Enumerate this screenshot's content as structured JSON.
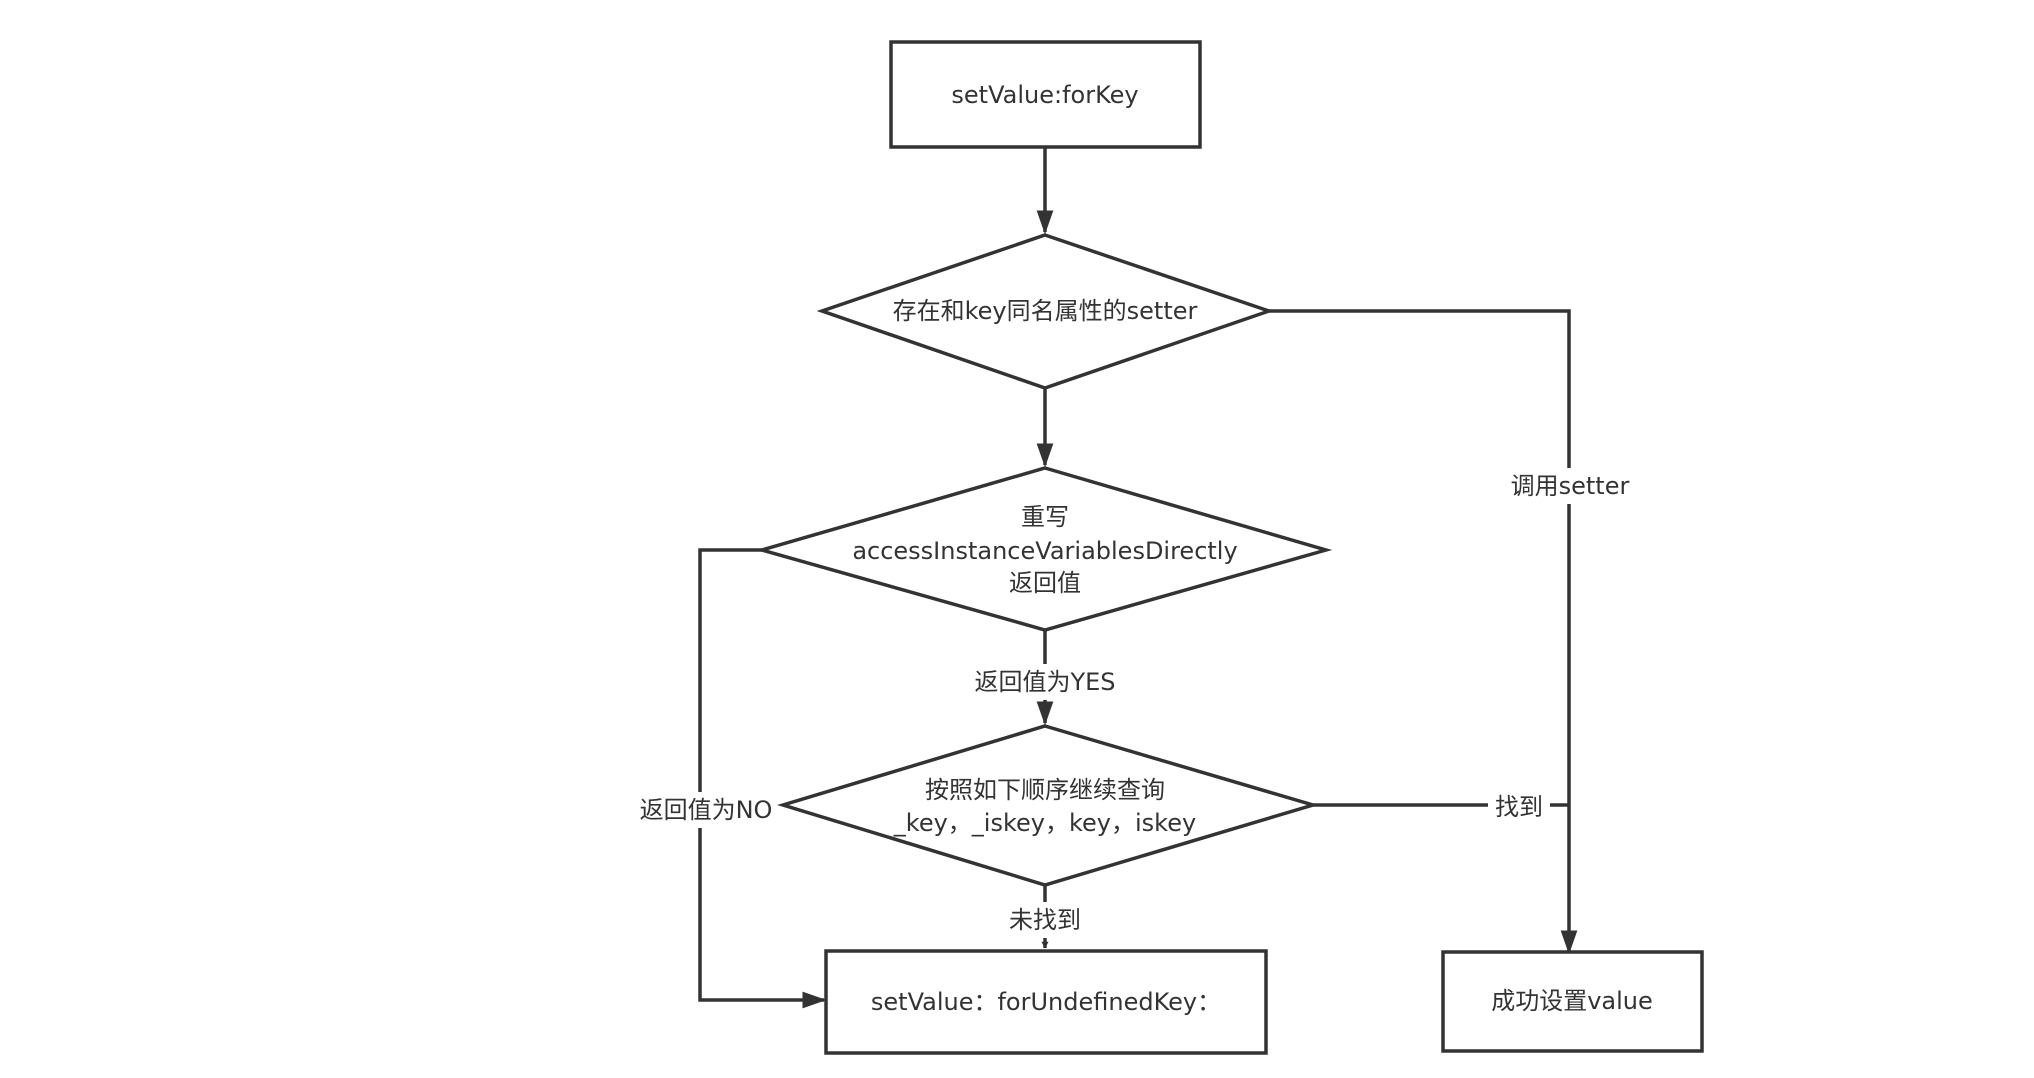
{
  "nodes": {
    "start": {
      "text": "setValue:forKey"
    },
    "has_setter": {
      "text": "存在和key同名属性的setter"
    },
    "access_check": {
      "lines": [
        "重写",
        "accessInstanceVariablesDirectly",
        "返回值"
      ]
    },
    "search_ivars": {
      "lines": [
        "按照如下顺序继续查询",
        "_key，_iskey，key，iskey"
      ]
    },
    "undefined_key": {
      "text": "setValue：forUndefinedKey："
    },
    "success": {
      "text": "成功设置value"
    }
  },
  "edges": {
    "call_setter": "调用setter",
    "returns_yes": "返回值为YES",
    "returns_no": "返回值为NO",
    "found": "找到",
    "not_found": "未找到"
  }
}
